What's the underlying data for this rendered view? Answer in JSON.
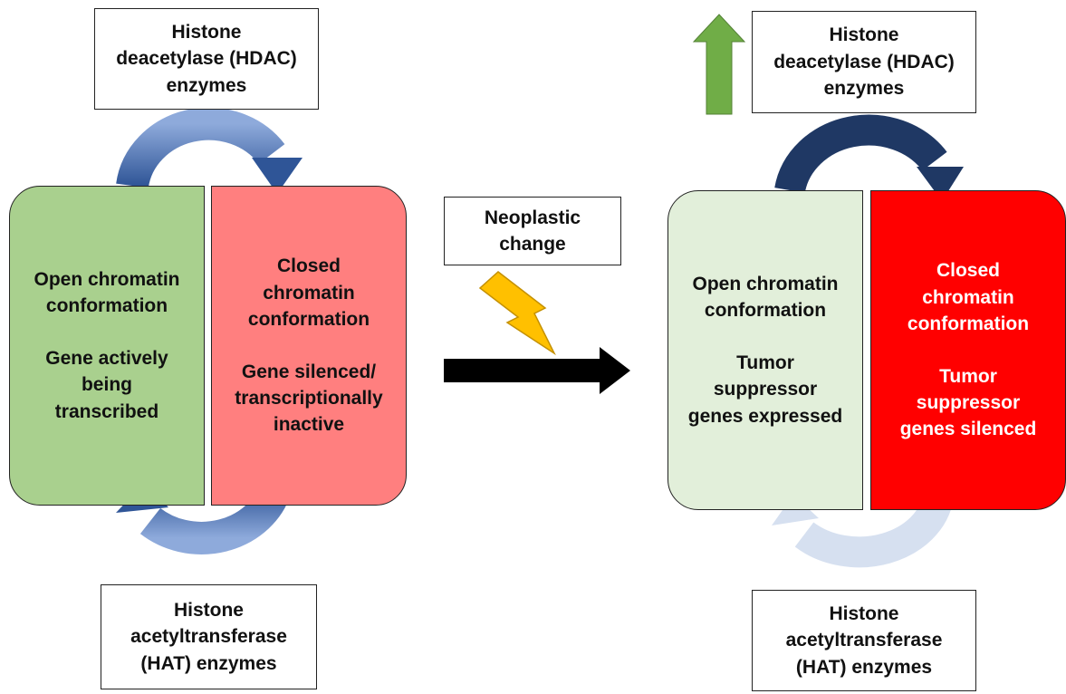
{
  "left": {
    "hdac_label": "Histone\ndeacetylase (HDAC)\nenzymes",
    "open_panel": {
      "title": "Open chromatin\nconformation",
      "status": "Gene actively\nbeing\ntranscribed"
    },
    "closed_panel": {
      "title": "Closed\nchromatin\nconformation",
      "status": "Gene silenced/\ntranscriptionally\ninactive"
    },
    "hat_label": "Histone\nacetyltransferase\n(HAT) enzymes"
  },
  "middle": {
    "event_label": "Neoplastic\nchange",
    "event_icon": "lightning-bolt-icon",
    "direction_icon": "right-arrow-icon"
  },
  "right": {
    "hdac_label": "Histone\ndeacetylase (HDAC)\nenzymes",
    "increase_icon": "up-arrow-icon",
    "open_panel": {
      "title": "Open chromatin\nconformation",
      "status": "Tumor\nsuppressor\ngenes expressed"
    },
    "closed_panel": {
      "title": "Closed\nchromatin\nconformation",
      "status": "Tumor\nsuppressor\ngenes silenced"
    },
    "hat_label": "Histone\nacetyltransferase\n(HAT) enzymes"
  },
  "colors": {
    "open_normal": "#a9d08e",
    "closed_normal": "#ff7f7f",
    "open_tumor": "#e2efda",
    "closed_tumor": "#ff0000",
    "arrow_blue": "#4472c4",
    "arrow_dark": "#1f3864",
    "arrow_faded": "#d6e0f0",
    "arrow_increase": "#70ad47",
    "bolt": "#ffc000"
  }
}
